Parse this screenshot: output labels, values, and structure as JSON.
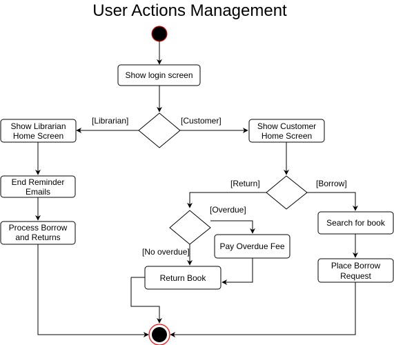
{
  "title": "User Actions Management",
  "colors": {
    "line": "#000000",
    "background": "#ffffff",
    "final_ring": "#ff0000",
    "node_fill": "#000000"
  },
  "actions": {
    "show_login": "Show login screen",
    "show_librarian_home": [
      "Show Librarian",
      "Home Screen"
    ],
    "show_customer_home": [
      "Show Customer",
      "Home Screen"
    ],
    "end_reminder_emails": [
      "End Reminder",
      "Emails"
    ],
    "process_borrow_returns": [
      "Process Borrow",
      "and Returns"
    ],
    "search_for_book": "Search for book",
    "pay_overdue_fee": "Pay Overdue Fee",
    "return_book": "Return Book",
    "place_borrow_request": [
      "Place Borrow",
      "Request"
    ]
  },
  "guards": {
    "librarian": "[Librarian]",
    "customer": "[Customer]",
    "return": "[Return]",
    "borrow": "[Borrow]",
    "overdue": "[Overdue]",
    "no_overdue": "[No overdue]"
  }
}
